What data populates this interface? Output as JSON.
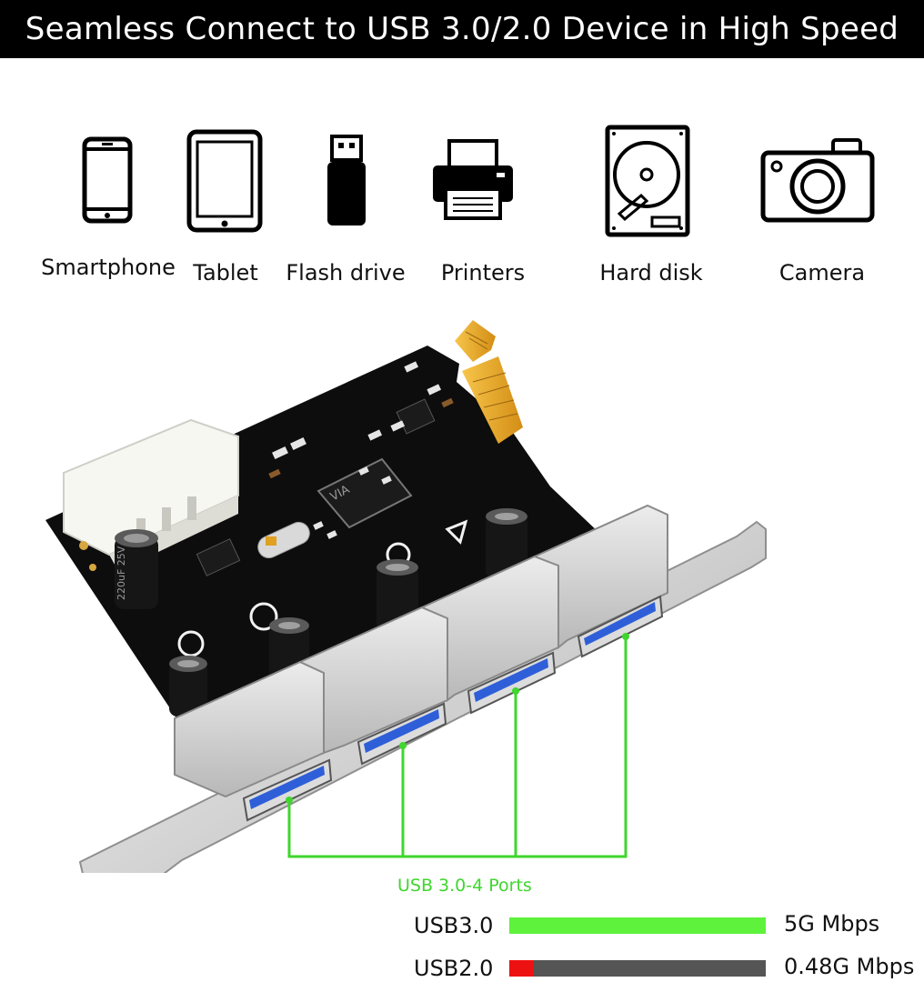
{
  "header": {
    "title": "Seamless Connect to USB 3.0/2.0 Device in High Speed"
  },
  "devices": [
    {
      "label": "Smartphone",
      "icon": "smartphone-icon"
    },
    {
      "label": "Tablet",
      "icon": "tablet-icon"
    },
    {
      "label": "Flash drive",
      "icon": "flash-drive-icon"
    },
    {
      "label": "Printers",
      "icon": "printer-icon"
    },
    {
      "label": "Hard disk",
      "icon": "hard-disk-icon"
    },
    {
      "label": "Camera",
      "icon": "camera-icon"
    }
  ],
  "card": {
    "ports_label": "USB 3.0-4 Ports",
    "capacitor_text": "220uF 25V",
    "chip_text": "VIA"
  },
  "speeds": [
    {
      "name": "USB3.0",
      "value": "5G Mbps",
      "fraction": 1.0,
      "color": "#5ef23c"
    },
    {
      "name": "USB2.0",
      "value": "0.48G Mbps",
      "fraction": 0.096,
      "color": "#ee1111",
      "track_color": "#555555"
    }
  ],
  "colors": {
    "accent_green": "#3fd62e",
    "pcb": "#0d0d0d",
    "gold": "#e8a82c",
    "usb_blue": "#2f5fd8"
  }
}
